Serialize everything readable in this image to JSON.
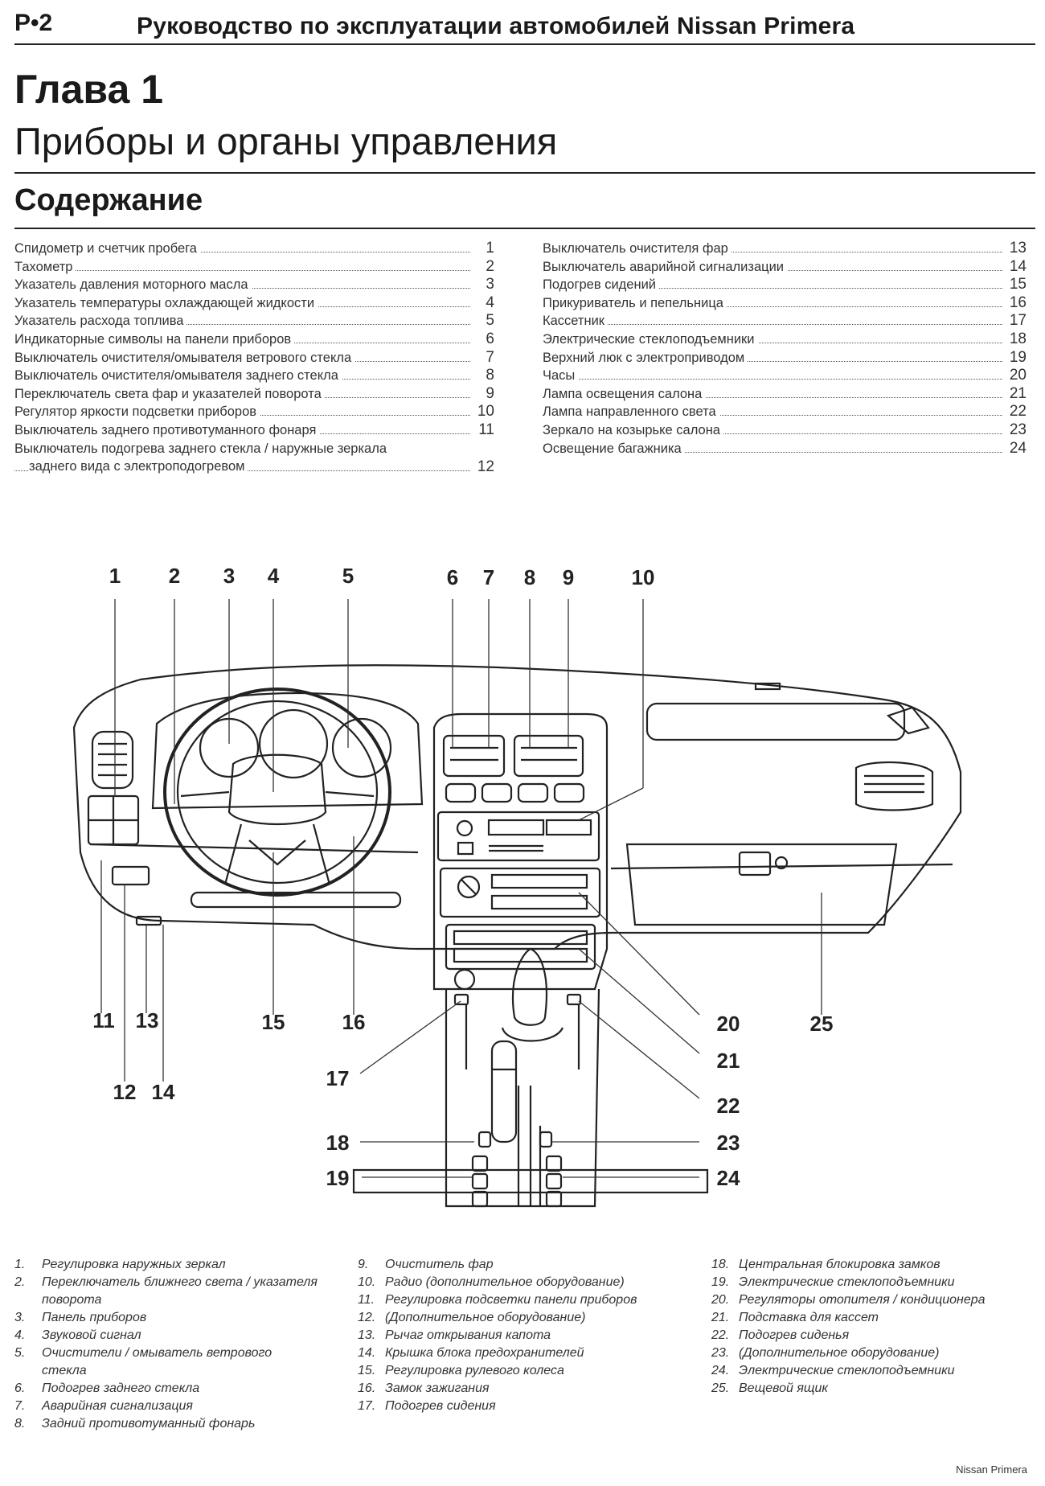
{
  "header": {
    "page_num": "P•2",
    "title": "Руководство по эксплуатации автомобилей Nissan Primera"
  },
  "chapter": {
    "label": "Глава 1",
    "subtitle": "Приборы и органы управления"
  },
  "contents": {
    "heading": "Содержание",
    "left": [
      {
        "label": "Спидометр и счетчик пробега",
        "num": "1"
      },
      {
        "label": "Тахометр",
        "num": "2"
      },
      {
        "label": "Указатель давления моторного масла",
        "num": "3"
      },
      {
        "label": "Указатель температуры охлаждающей жидкости",
        "num": "4"
      },
      {
        "label": "Указатель расхода топлива",
        "num": "5"
      },
      {
        "label": "Индикаторные символы на панели приборов",
        "num": "6"
      },
      {
        "label": "Выключатель очистителя/омывателя ветрового стекла",
        "num": "7"
      },
      {
        "label": "Выключатель очистителя/омывателя заднего стекла",
        "num": "8"
      },
      {
        "label": "Переключатель света фар и указателей поворота",
        "num": "9"
      },
      {
        "label": "Регулятор яркости подсветки приборов",
        "num": "10"
      },
      {
        "label": "Выключатель заднего противотуманного фонаря",
        "num": "11"
      },
      {
        "label": "Выключатель подогрева заднего стекла / наружные зеркала",
        "label2": "заднего вида с электроподогревом",
        "num": "12"
      }
    ],
    "right": [
      {
        "label": "Выключатель очистителя фар",
        "num": "13"
      },
      {
        "label": "Выключатель аварийной сигнализации",
        "num": "14"
      },
      {
        "label": "Подогрев сидений",
        "num": "15"
      },
      {
        "label": "Прикуриватель и пепельница",
        "num": "16"
      },
      {
        "label": "Кассетник",
        "num": "17"
      },
      {
        "label": "Электрические стеклоподъемники",
        "num": "18"
      },
      {
        "label": "Верхний люк с электроприводом",
        "num": "19"
      },
      {
        "label": "Часы",
        "num": "20"
      },
      {
        "label": "Лампа освещения салона",
        "num": "21"
      },
      {
        "label": "Лампа направленного света",
        "num": "22"
      },
      {
        "label": "Зеркало на козырьке салона",
        "num": "23"
      },
      {
        "label": "Освещение багажника",
        "num": "24"
      }
    ]
  },
  "diagram": {
    "callouts": [
      "1",
      "2",
      "3",
      "4",
      "5",
      "6",
      "7",
      "8",
      "9",
      "10",
      "11",
      "12",
      "13",
      "14",
      "15",
      "16",
      "17",
      "18",
      "19",
      "20",
      "21",
      "22",
      "23",
      "24",
      "25"
    ]
  },
  "legend": {
    "col1": [
      {
        "n": "1.",
        "t": "Регулировка наружных зеркал"
      },
      {
        "n": "2.",
        "t": "Переключатель ближнего света / указателя поворота"
      },
      {
        "n": "3.",
        "t": "Панель приборов"
      },
      {
        "n": "4.",
        "t": "Звуковой сигнал"
      },
      {
        "n": "5.",
        "t": "Очистители / омыватель ветрового стекла"
      },
      {
        "n": "6.",
        "t": "Подогрев заднего стекла"
      },
      {
        "n": "7.",
        "t": "Аварийная сигнализация"
      },
      {
        "n": "8.",
        "t": "Задний противотуманный фонарь"
      }
    ],
    "col2": [
      {
        "n": "9.",
        "t": "Очиститель фар"
      },
      {
        "n": "10.",
        "t": "Радио (дополнительное оборудование)"
      },
      {
        "n": "11.",
        "t": "Регулировка подсветки панели приборов"
      },
      {
        "n": "12.",
        "t": "(Дополнительное оборудование)"
      },
      {
        "n": "13.",
        "t": "Рычаг открывания капота"
      },
      {
        "n": "14.",
        "t": "Крышка блока предохранителей"
      },
      {
        "n": "15.",
        "t": "Регулировка рулевого колеса"
      },
      {
        "n": "16.",
        "t": "Замок зажигания"
      },
      {
        "n": "17.",
        "t": "Подогрев сидения"
      }
    ],
    "col3": [
      {
        "n": "18.",
        "t": "Центральная блокировка замков"
      },
      {
        "n": "19.",
        "t": "Электрические стеклоподъемники"
      },
      {
        "n": "20.",
        "t": "Регуляторы отопителя / кондиционера"
      },
      {
        "n": "21.",
        "t": "Подставка для кассет"
      },
      {
        "n": "22.",
        "t": "Подогрев сиденья"
      },
      {
        "n": "23.",
        "t": "(Дополнительное оборудование)"
      },
      {
        "n": "24.",
        "t": "Электрические стеклоподъемники"
      },
      {
        "n": "25.",
        "t": "Вещевой ящик"
      }
    ]
  },
  "footer": {
    "text": "Nissan Primera"
  }
}
